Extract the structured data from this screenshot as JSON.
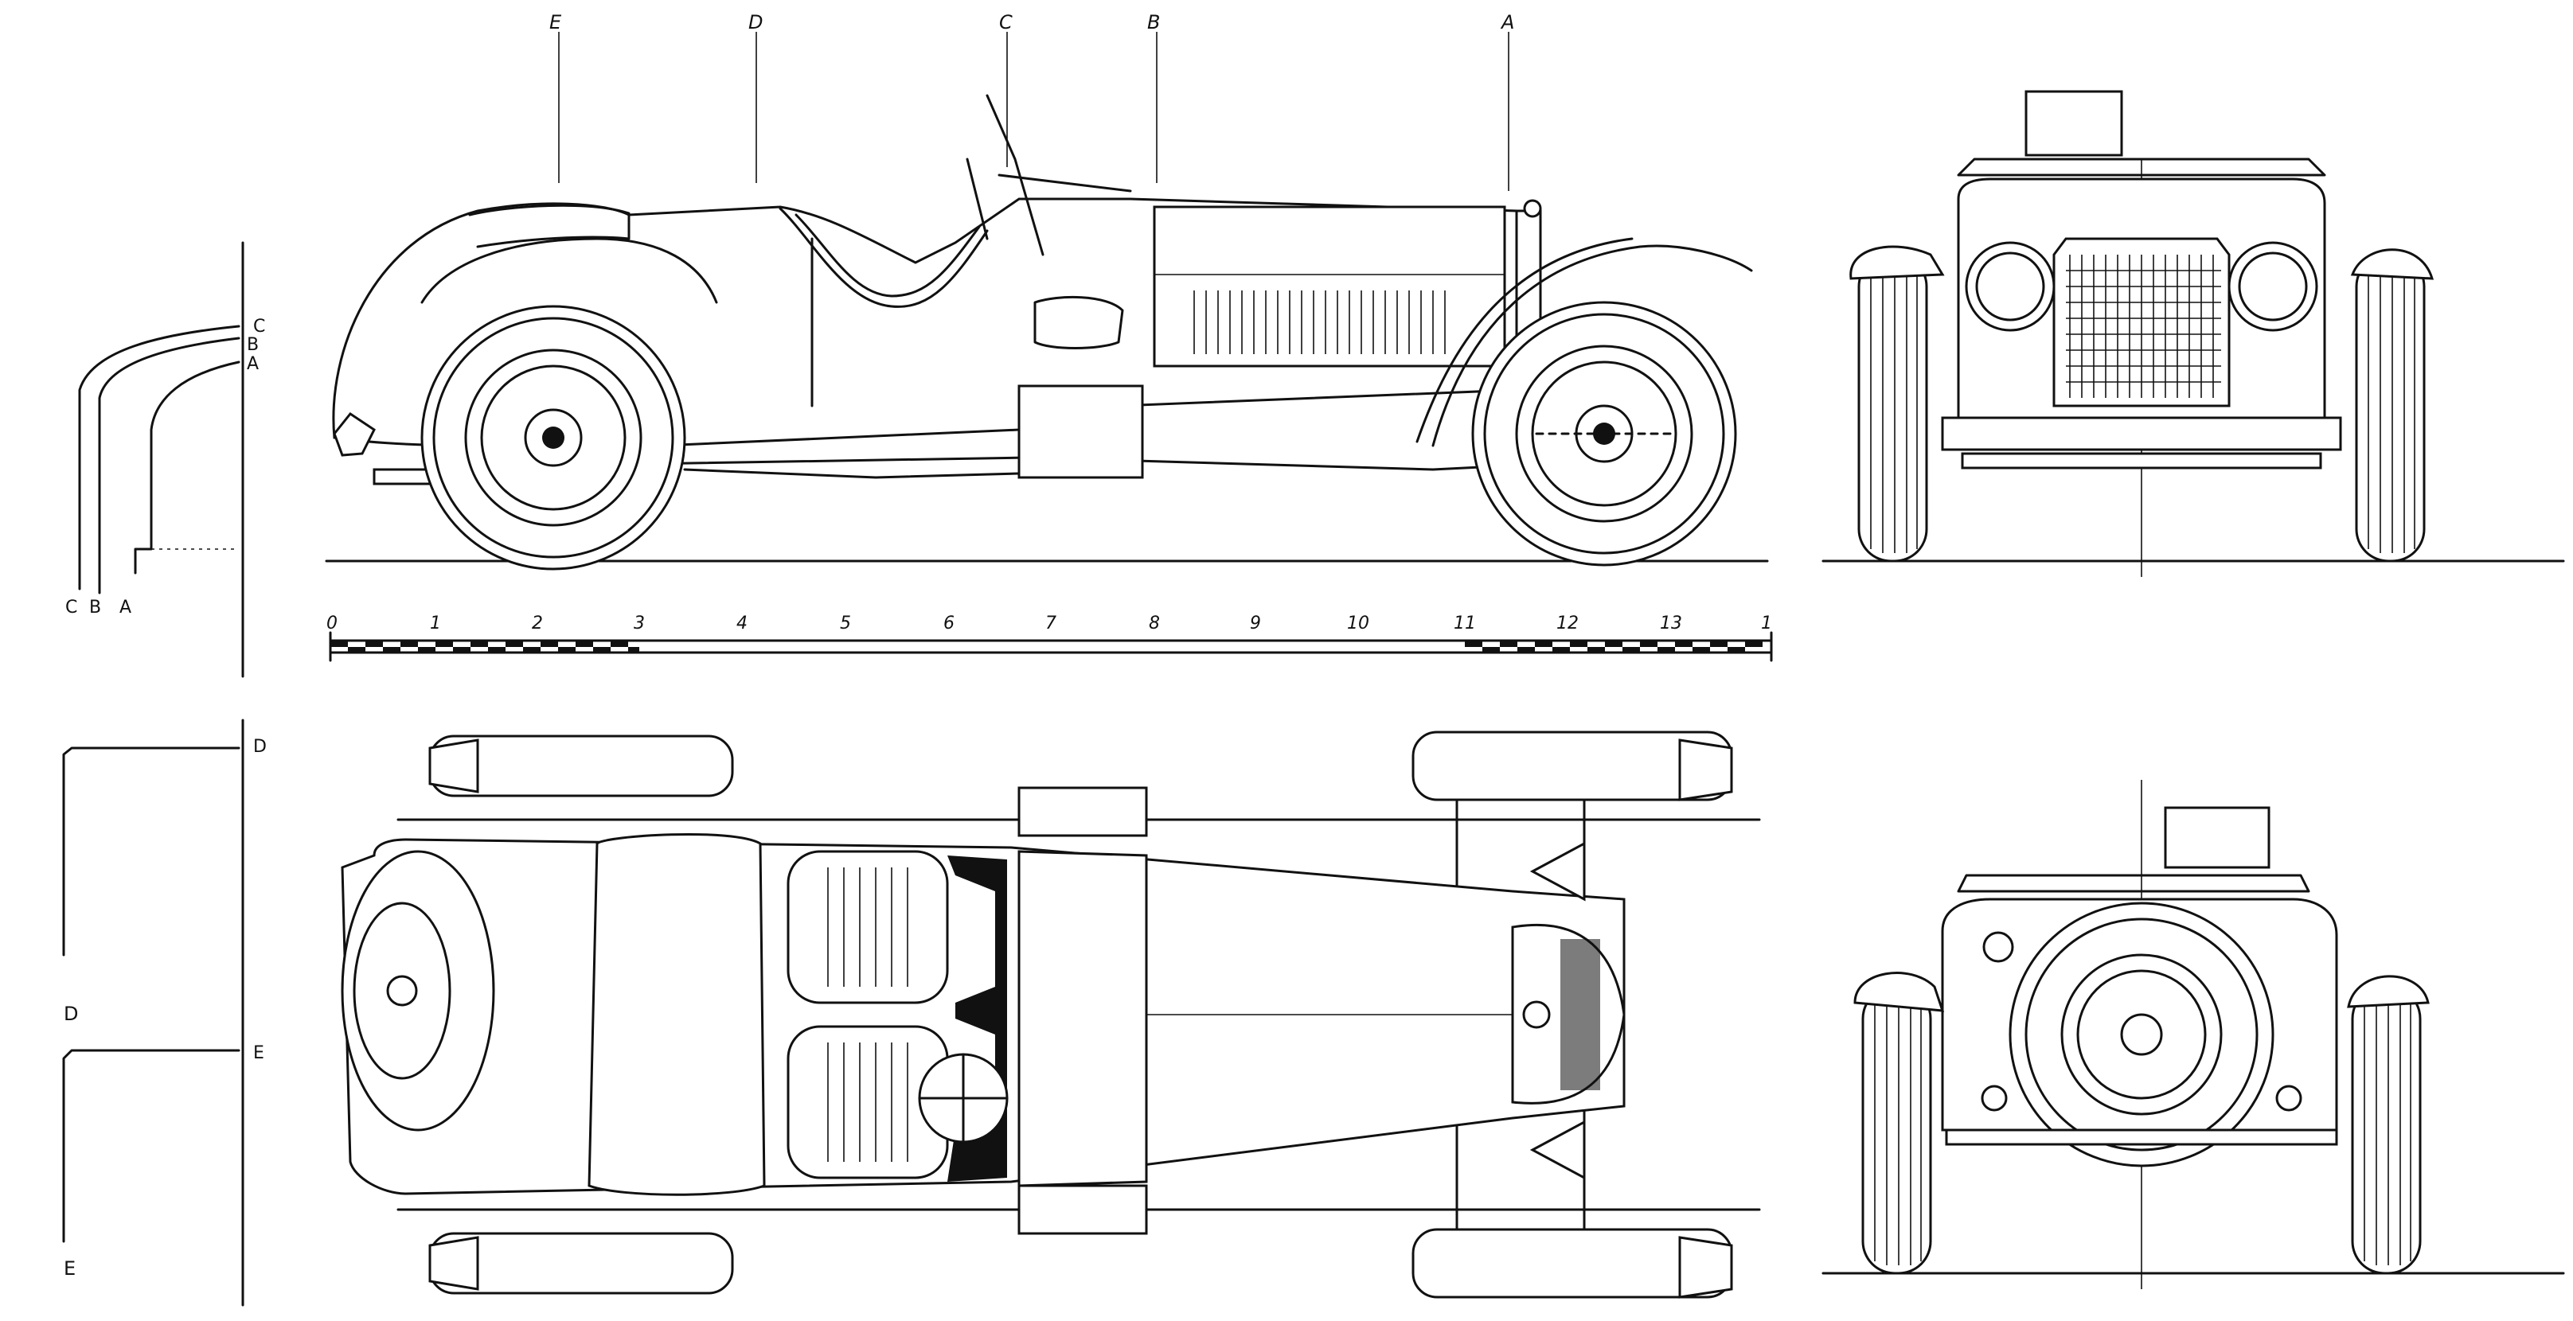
{
  "section_markers": {
    "side": [
      "E",
      "D",
      "C",
      "B",
      "A"
    ],
    "left_profile_top": [
      "C",
      "B",
      "A"
    ],
    "left_profile_bottom": [
      "C",
      "B",
      "A"
    ],
    "left_plan": [
      "D",
      "E"
    ],
    "left_plan_bottom": [
      "D",
      "E"
    ]
  },
  "scale_bar": {
    "labels": [
      "0",
      "1",
      "2",
      "3",
      "4",
      "5",
      "6",
      "7",
      "8",
      "9",
      "10",
      "11",
      "12",
      "13",
      "1"
    ]
  }
}
